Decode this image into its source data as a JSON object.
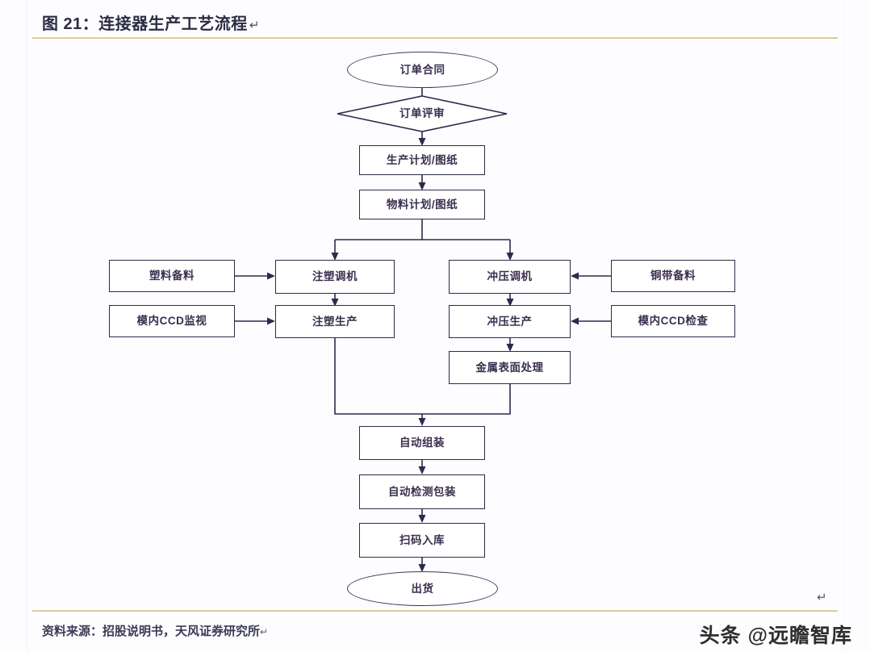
{
  "figure": {
    "title": "图 21：连接器生产工艺流程",
    "title_return_mark": "↵",
    "source_label": "资料来源：招股说明书，天风证券研究所",
    "source_return_mark": "↵",
    "watermark": "头条 @远瞻智库",
    "paragraph_mark": "↵",
    "accent_rule_color": "#d8bd86",
    "node_border_color": "#2b2b4d",
    "node_text_color": "#3b2f4e"
  },
  "chart_data": {
    "type": "flowchart",
    "title": "图 21：连接器生产工艺流程",
    "nodes": [
      {
        "id": "order_contract",
        "label": "订单合同",
        "shape": "ellipse"
      },
      {
        "id": "order_review",
        "label": "订单评审",
        "shape": "diamond"
      },
      {
        "id": "production_plan",
        "label": "生产计划/图纸",
        "shape": "rect"
      },
      {
        "id": "material_plan",
        "label": "物料计划/图纸",
        "shape": "rect"
      },
      {
        "id": "plastic_prep",
        "label": "塑料备料",
        "shape": "rect"
      },
      {
        "id": "injection_setup",
        "label": "注塑调机",
        "shape": "rect"
      },
      {
        "id": "stamping_setup",
        "label": "冲压调机",
        "shape": "rect"
      },
      {
        "id": "copper_prep",
        "label": "铜带备料",
        "shape": "rect"
      },
      {
        "id": "ccd_monitor",
        "label": "模内CCD监视",
        "shape": "rect"
      },
      {
        "id": "injection_prod",
        "label": "注塑生产",
        "shape": "rect"
      },
      {
        "id": "stamping_prod",
        "label": "冲压生产",
        "shape": "rect"
      },
      {
        "id": "ccd_inspect",
        "label": "模内CCD检查",
        "shape": "rect"
      },
      {
        "id": "metal_surface",
        "label": "金属表面处理",
        "shape": "rect"
      },
      {
        "id": "auto_assembly",
        "label": "自动组装",
        "shape": "rect"
      },
      {
        "id": "auto_test_pack",
        "label": "自动检测包装",
        "shape": "rect"
      },
      {
        "id": "scan_warehouse",
        "label": "扫码入库",
        "shape": "rect"
      },
      {
        "id": "shipment",
        "label": "出货",
        "shape": "ellipse"
      }
    ],
    "edges": [
      {
        "from": "order_contract",
        "to": "order_review"
      },
      {
        "from": "order_review",
        "to": "production_plan"
      },
      {
        "from": "production_plan",
        "to": "material_plan"
      },
      {
        "from": "material_plan",
        "to": "injection_setup"
      },
      {
        "from": "material_plan",
        "to": "stamping_setup"
      },
      {
        "from": "plastic_prep",
        "to": "injection_setup"
      },
      {
        "from": "copper_prep",
        "to": "stamping_setup"
      },
      {
        "from": "injection_setup",
        "to": "injection_prod"
      },
      {
        "from": "stamping_setup",
        "to": "stamping_prod"
      },
      {
        "from": "ccd_monitor",
        "to": "injection_prod"
      },
      {
        "from": "ccd_inspect",
        "to": "stamping_prod"
      },
      {
        "from": "stamping_prod",
        "to": "metal_surface"
      },
      {
        "from": "injection_prod",
        "to": "auto_assembly"
      },
      {
        "from": "metal_surface",
        "to": "auto_assembly"
      },
      {
        "from": "auto_assembly",
        "to": "auto_test_pack"
      },
      {
        "from": "auto_test_pack",
        "to": "scan_warehouse"
      },
      {
        "from": "scan_warehouse",
        "to": "shipment"
      }
    ]
  }
}
